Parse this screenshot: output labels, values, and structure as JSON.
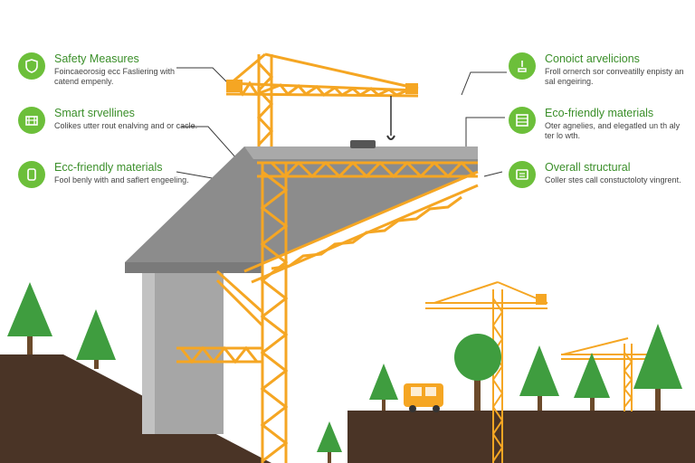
{
  "callouts": [
    {
      "title": "Safety Measures",
      "description": "Foincaeorosig ecc Fasliering with catend empenly.",
      "icon": "shield-icon"
    },
    {
      "title": "Smart srvellines",
      "description": "Colikes utter rout enalving and or cacle.",
      "icon": "building-icon"
    },
    {
      "title": "Ecc-friendly materials",
      "description": "Fool benly with and saflert engeeling.",
      "icon": "leaf-icon"
    },
    {
      "title": "Conoict arvelicions",
      "description": "Froll ornerch sor conveatilly enpisty an sal engeiring.",
      "icon": "crane-hook-icon"
    },
    {
      "title": "Eco-friendly materials",
      "description": "Oter agnelies, and elegatled un th aly ter lo wth.",
      "icon": "panel-icon"
    },
    {
      "title": "Overall structural",
      "description": "Coller stes call constuctoloty vingrent.",
      "icon": "blueprint-icon"
    }
  ],
  "colors": {
    "accent_green": "#6cbf3a",
    "title_green": "#3b8f2a",
    "crane_orange": "#f5a623",
    "concrete_gray": "#9b9b9b",
    "soil_brown": "#4a3426",
    "tree_green": "#3f9d3f"
  }
}
